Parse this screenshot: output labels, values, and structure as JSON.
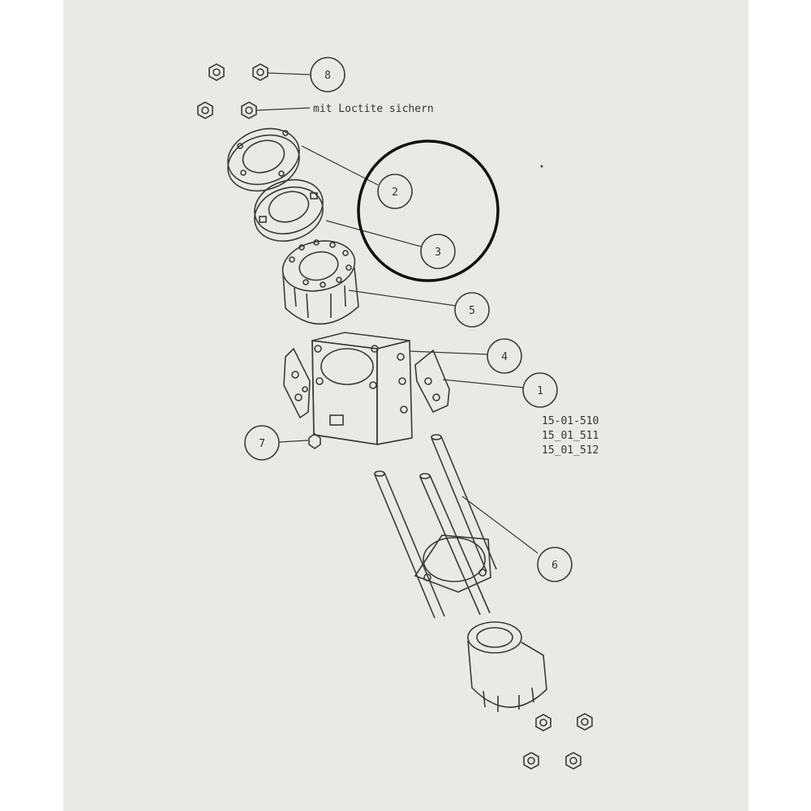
{
  "callouts": [
    {
      "id": "8",
      "label": "8"
    },
    {
      "id": "2",
      "label": "2"
    },
    {
      "id": "3",
      "label": "3"
    },
    {
      "id": "5",
      "label": "5"
    },
    {
      "id": "4",
      "label": "4"
    },
    {
      "id": "1",
      "label": "1"
    },
    {
      "id": "7",
      "label": "7"
    },
    {
      "id": "6",
      "label": "6"
    }
  ],
  "note": "mit Loctite sichern",
  "drawing_numbers": [
    "15-01-510",
    "15_01_511",
    "15_01_512"
  ],
  "colors": {
    "paper": "#e9e9e6",
    "ink": "#3a3a3a",
    "highlight": "#111111"
  }
}
